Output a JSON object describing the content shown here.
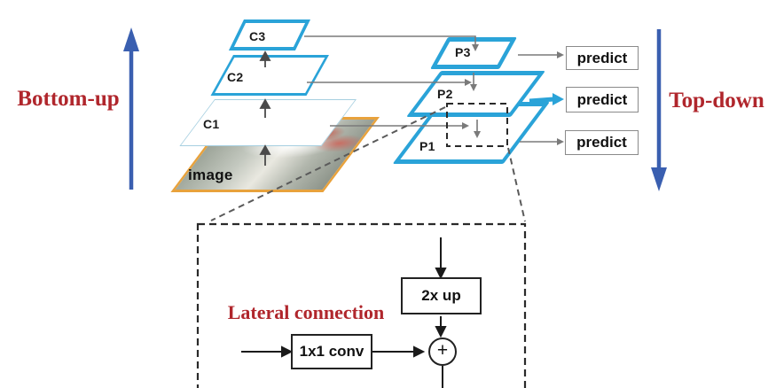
{
  "diagram": {
    "title_semantics": "Feature Pyramid Network architecture",
    "pathways": {
      "bottom_up": "Bottom-up",
      "top_down": "Top-down"
    },
    "backbone_layers": [
      {
        "id": "C3",
        "label": "C3"
      },
      {
        "id": "C2",
        "label": "C2"
      },
      {
        "id": "C1",
        "label": "C1"
      },
      {
        "id": "image",
        "label": "image"
      }
    ],
    "pyramid_layers": [
      {
        "id": "P3",
        "label": "P3"
      },
      {
        "id": "P2",
        "label": "P2"
      },
      {
        "id": "P1",
        "label": "P1"
      }
    ],
    "predict_boxes": [
      {
        "label": "predict"
      },
      {
        "label": "predict"
      },
      {
        "label": "predict"
      }
    ],
    "detail_inset": {
      "title": "Lateral connection",
      "upsample_box": "2x up",
      "conv_box": "1x1 conv",
      "merge_op": "+"
    },
    "colors": {
      "layer_blue": "#2aa3d8",
      "image_border_orange": "#e8a23c",
      "flow_arrow_blue": "#3a5fb0",
      "accent_red": "#b0262c",
      "connector_gray": "#7a7a7a",
      "dashed_black": "#2a2a2a"
    }
  }
}
